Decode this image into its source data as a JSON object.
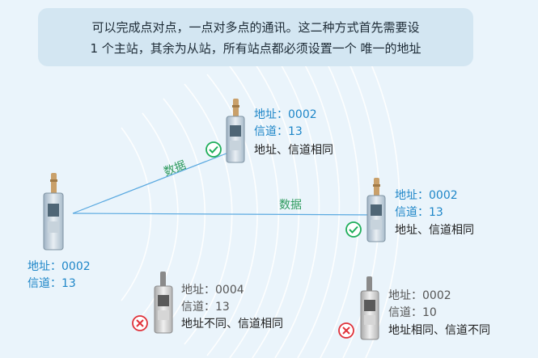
{
  "intro": {
    "line1": "可以完成点对点，一点对多点的通讯。这二种方式首先需要设",
    "line2": "1 个主站，其余为从站，所有站点都必须设置一个 唯一的地址"
  },
  "arrows": {
    "upper_label": "数据",
    "lower_label": "数据"
  },
  "master": {
    "addr": "地址：0002",
    "channel": "信道：13"
  },
  "slaves": [
    {
      "addr": "地址：0002",
      "channel": "信道：13",
      "result": "地址、信道相同",
      "status": "ok"
    },
    {
      "addr": "地址：0002",
      "channel": "信道：13",
      "result": "地址、信道相同",
      "status": "ok"
    },
    {
      "addr": "地址：0004",
      "channel": "信道：13",
      "result": "地址不同、信道相同",
      "status": "fail"
    },
    {
      "addr": "地址：0002",
      "channel": "信道：10",
      "result": "地址相同、信道不同",
      "status": "fail"
    }
  ],
  "colors": {
    "ok": "#1fae5a",
    "fail": "#e0323a",
    "link": "#2e9b5e",
    "address": "#1e86c8"
  }
}
